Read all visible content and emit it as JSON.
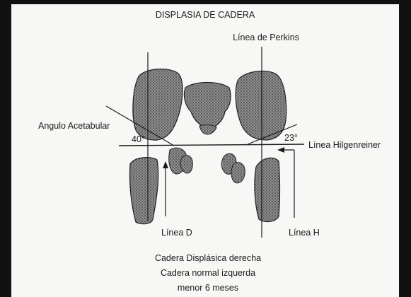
{
  "title": "DISPLASIA DE CADERA",
  "labels": {
    "perkins": "Línea de Perkins",
    "acetabular": "Angulo Acetabular",
    "angle_right": "40°",
    "angle_left": "23°",
    "hilgenreiner": "Línea Hilgenreiner",
    "line_d": "Línea D",
    "line_h": "Línea H"
  },
  "caption": {
    "line1": "Cadera Displásica derecha",
    "line2": "Cadera normal izquerda",
    "line3": "menor 6 meses"
  },
  "colors": {
    "background_frame": "#111111",
    "panel": "#f7f7f5",
    "bone_fill": "#6a6a6a",
    "ink": "#1a1a1a"
  }
}
